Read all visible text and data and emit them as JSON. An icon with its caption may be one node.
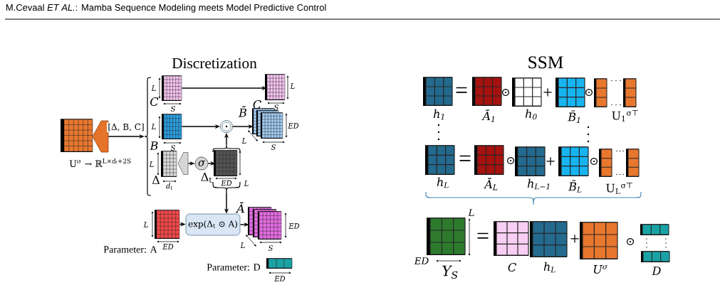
{
  "diagram": {
    "nodes": [
      {
        "text": [
          "U$^{σ}$ → ℝ$^{L×dₜ+2S}$"
        ]
      },
      {
        "text": [],
        "shape": "trapezoid"
      },
      {
        "text": [],
        "shape": "brace"
      },
      {
        "text": [
          "C"
        ]
      },
      {
        "text": [
          "B"
        ]
      },
      {
        "text": [
          "Δ"
        ]
      },
      {
        "text": [],
        "shape": "trapezoid"
      },
      {
        "text": [
          "σ"
        ]
      },
      {
        "text": [
          "Δ$_{t}$"
        ]
      },
      {
        "text": [],
        "shape": "circle"
      },
      {
        "text": [
          "C"
        ]
      },
      {
        "text": [
          "B̄"
        ]
      },
      {
        "text": [
          "exp(Δ$_{t}$ ⊙ A)"
        ]
      },
      {
        "text": [
          "Parameter: A"
        ]
      },
      {
        "text": [
          "Ā"
        ]
      },
      {
        "text": [
          "Parameter: D"
        ]
      },
      {
        "text": [
          "h$_{1}$"
        ]
      },
      {
        "text": [
          "Ā$_{1}$"
        ]
      },
      {
        "text": [
          "h$_{0}$"
        ]
      },
      {
        "text": [
          "B̄$_{1}$"
        ]
      },
      {
        "text": [
          "U$_{1}$$^{σ⊤}$"
        ]
      },
      {
        "text": [
          "h$_{L}$"
        ]
      },
      {
        "text": [
          "Ā$_{L}$"
        ]
      },
      {
        "text": [
          "h$_{L−1}$"
        ]
      },
      {
        "text": [
          "B̄$_{L}$"
        ]
      },
      {
        "text": [
          "U$_{L}$$^{σ⊤}$"
        ]
      },
      {
        "text": [
          "Y$_{S}$"
        ]
      },
      {
        "text": [
          "C"
        ]
      },
      {
        "text": [
          "h$_{L}$"
        ]
      },
      {
        "text": [
          "U$^{σ}$"
        ]
      },
      {
        "text": [
          "D"
        ]
      }
    ],
    "edges": [
      {
        "from": 1,
        "to": 2,
        "arrow": "to",
        "label": "[Δ, B, C]"
      },
      {
        "from": 3,
        "to": 10,
        "arrow": "to"
      },
      {
        "from": 4,
        "to": 9,
        "arrow": "to"
      },
      {
        "from": 9,
        "to": 11,
        "arrow": "to"
      },
      {
        "from": 6,
        "to": 7,
        "arrow": "to"
      },
      {
        "from": 7,
        "to": 8,
        "arrow": "to"
      },
      {
        "from": 8,
        "to": 9,
        "arrow": "to"
      },
      {
        "from": 8,
        "to": 12,
        "arrow": "to"
      },
      {
        "from": 13,
        "to": 12,
        "arrow": "to"
      },
      {
        "from": 12,
        "to": 14,
        "arrow": "to"
      }
    ],
    "labels": [
      "M.Cevaal *ET AL.*: Mamba Sequence Modeling meets Model Predictive Control",
      "Discretization",
      "SSM",
      "L",
      "S",
      "L",
      "S",
      "L",
      "d$_{t}$",
      "ED",
      "L",
      "L",
      "S",
      "ED",
      "L",
      "S",
      "L",
      "ED",
      "ED",
      "L",
      "S",
      "ED",
      "=",
      "⊙",
      "+",
      "⊙",
      "=",
      "⊙",
      "+",
      "⊙",
      "L",
      "=",
      "+",
      "⊙",
      "ED"
    ]
  }
}
